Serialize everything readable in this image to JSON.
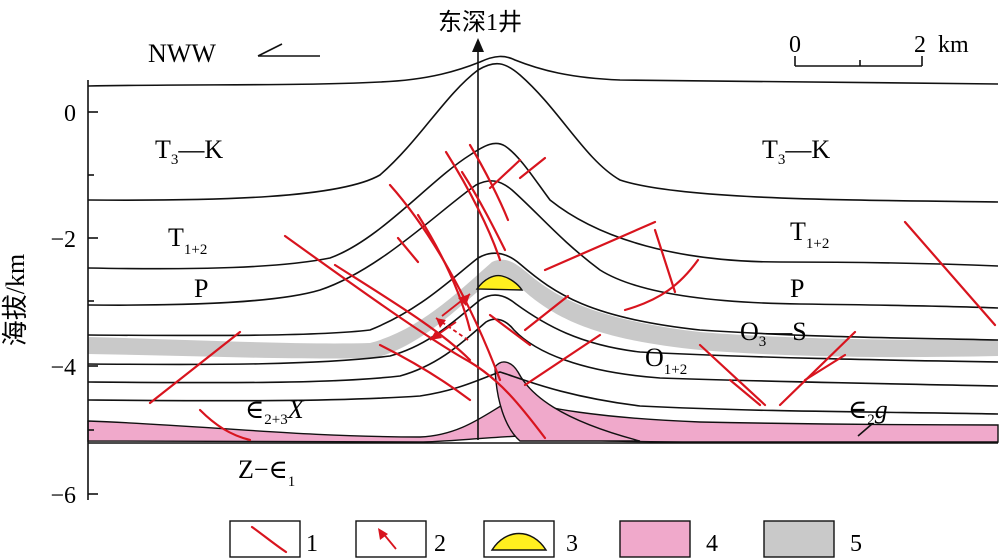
{
  "well": {
    "label": "东深1井"
  },
  "direction": {
    "label": "NWW"
  },
  "scale": {
    "zero": "0",
    "two": "2",
    "unit": "km"
  },
  "axis": {
    "label": "海拔/km",
    "ticks": [
      "0",
      "−2",
      "−4",
      "−6"
    ]
  },
  "formations": {
    "t3k": "T",
    "t3k_sub": "3",
    "t3k_rest": "—K",
    "t12": "T",
    "t12_sub": "1+2",
    "p": "P",
    "o3s": "O",
    "o3s_sub": "3",
    "o3s_rest": "—S",
    "o12": "O",
    "o12_sub": "1+2",
    "e23x": "∈",
    "e23x_sub": "2+3",
    "e23x_rest": "X",
    "e2g": "∈",
    "e2g_sub": "2",
    "e2g_rest": "g",
    "ze1": "Z−∈",
    "ze1_sub": "1"
  },
  "legend": [
    {
      "number": "1",
      "symbol": "fault"
    },
    {
      "number": "2",
      "symbol": "arrow"
    },
    {
      "number": "3",
      "symbol": "yellow-dome",
      "color": "#ffef1f"
    },
    {
      "number": "4",
      "symbol": "pink-fill",
      "color": "#f0a9cb"
    },
    {
      "number": "5",
      "symbol": "grey-fill",
      "color": "#c9c9c9"
    }
  ],
  "colors": {
    "fault": "#d8141e",
    "pink": "#f0a9cb",
    "grey": "#c9c9c9",
    "yellow": "#ffef1f"
  }
}
